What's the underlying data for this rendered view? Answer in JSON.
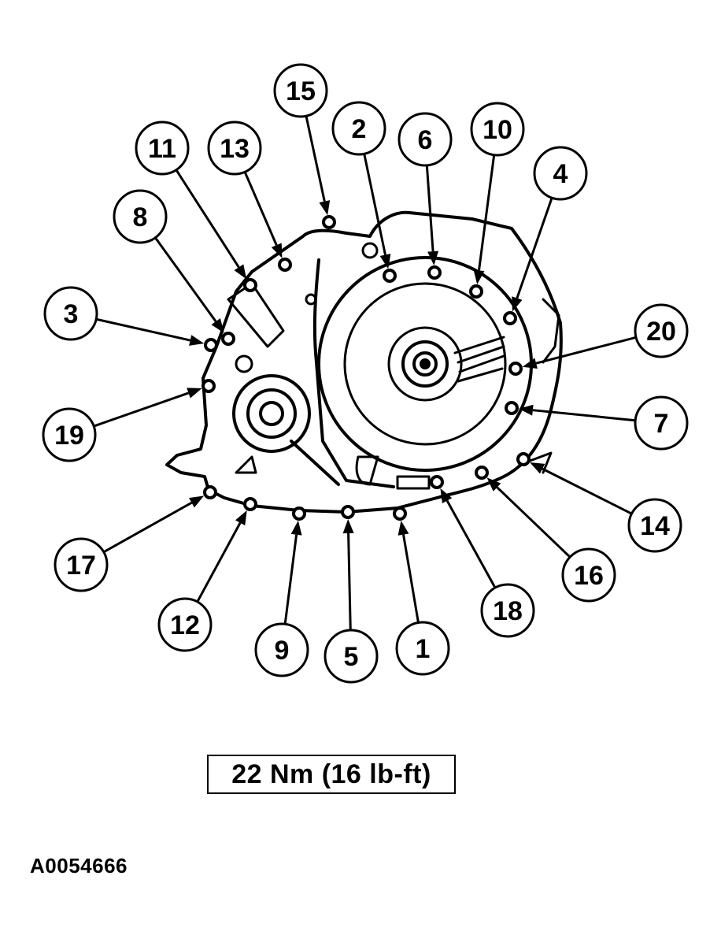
{
  "torque_spec": "22 Nm (16 lb-ft)",
  "figure_id": "A0054666",
  "callouts": [
    "1",
    "2",
    "3",
    "4",
    "5",
    "6",
    "7",
    "8",
    "9",
    "10",
    "11",
    "12",
    "13",
    "14",
    "15",
    "16",
    "17",
    "18",
    "19",
    "20"
  ]
}
